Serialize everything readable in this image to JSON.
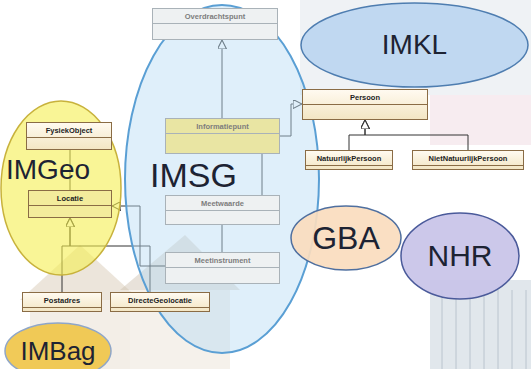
{
  "diagram": {
    "nodes": [
      {
        "text": [
          "IMKL"
        ]
      },
      {
        "text": [
          "IMSG"
        ]
      },
      {
        "text": [
          "Overdrachtspunt"
        ],
        "in": 1
      },
      {
        "text": [
          "Informatiepunt"
        ],
        "in": 1
      },
      {
        "text": [
          "Meetwaarde"
        ],
        "in": 1
      },
      {
        "text": [
          "Meetinstrument"
        ],
        "in": 1
      },
      {
        "text": [
          "Persoon"
        ]
      },
      {
        "text": [
          "IMGeo"
        ]
      },
      {
        "text": [
          "FysiekObject"
        ],
        "in": 7
      },
      {
        "text": [
          "Locatie"
        ],
        "in": 7
      },
      {
        "text": [
          "NatuurlijkPersoon"
        ]
      },
      {
        "text": [
          "NietNatuurlijkPersoon"
        ]
      },
      {
        "text": [
          "GBA"
        ]
      },
      {
        "text": [
          "NHR"
        ]
      },
      {
        "text": [
          "Postadres"
        ]
      },
      {
        "text": [
          "DirecteGeolocatie"
        ]
      },
      {
        "text": [
          "IMBag"
        ]
      }
    ],
    "edges": [
      {
        "from": 3,
        "to": 2,
        "arrow": "to"
      },
      {
        "from": 4,
        "to": 3,
        "arrow": "none"
      },
      {
        "from": 5,
        "to": 4,
        "arrow": "none"
      },
      {
        "from": 3,
        "to": 6,
        "arrow": "to"
      },
      {
        "from": 10,
        "to": 6,
        "arrow": "to"
      },
      {
        "from": 11,
        "to": 6,
        "arrow": "to"
      },
      {
        "from": 8,
        "to": 9,
        "arrow": "none"
      },
      {
        "from": 14,
        "to": 9,
        "arrow": "to"
      },
      {
        "from": 15,
        "to": 9,
        "arrow": "to"
      },
      {
        "from": 5,
        "to": 9,
        "arrow": "to"
      }
    ]
  }
}
